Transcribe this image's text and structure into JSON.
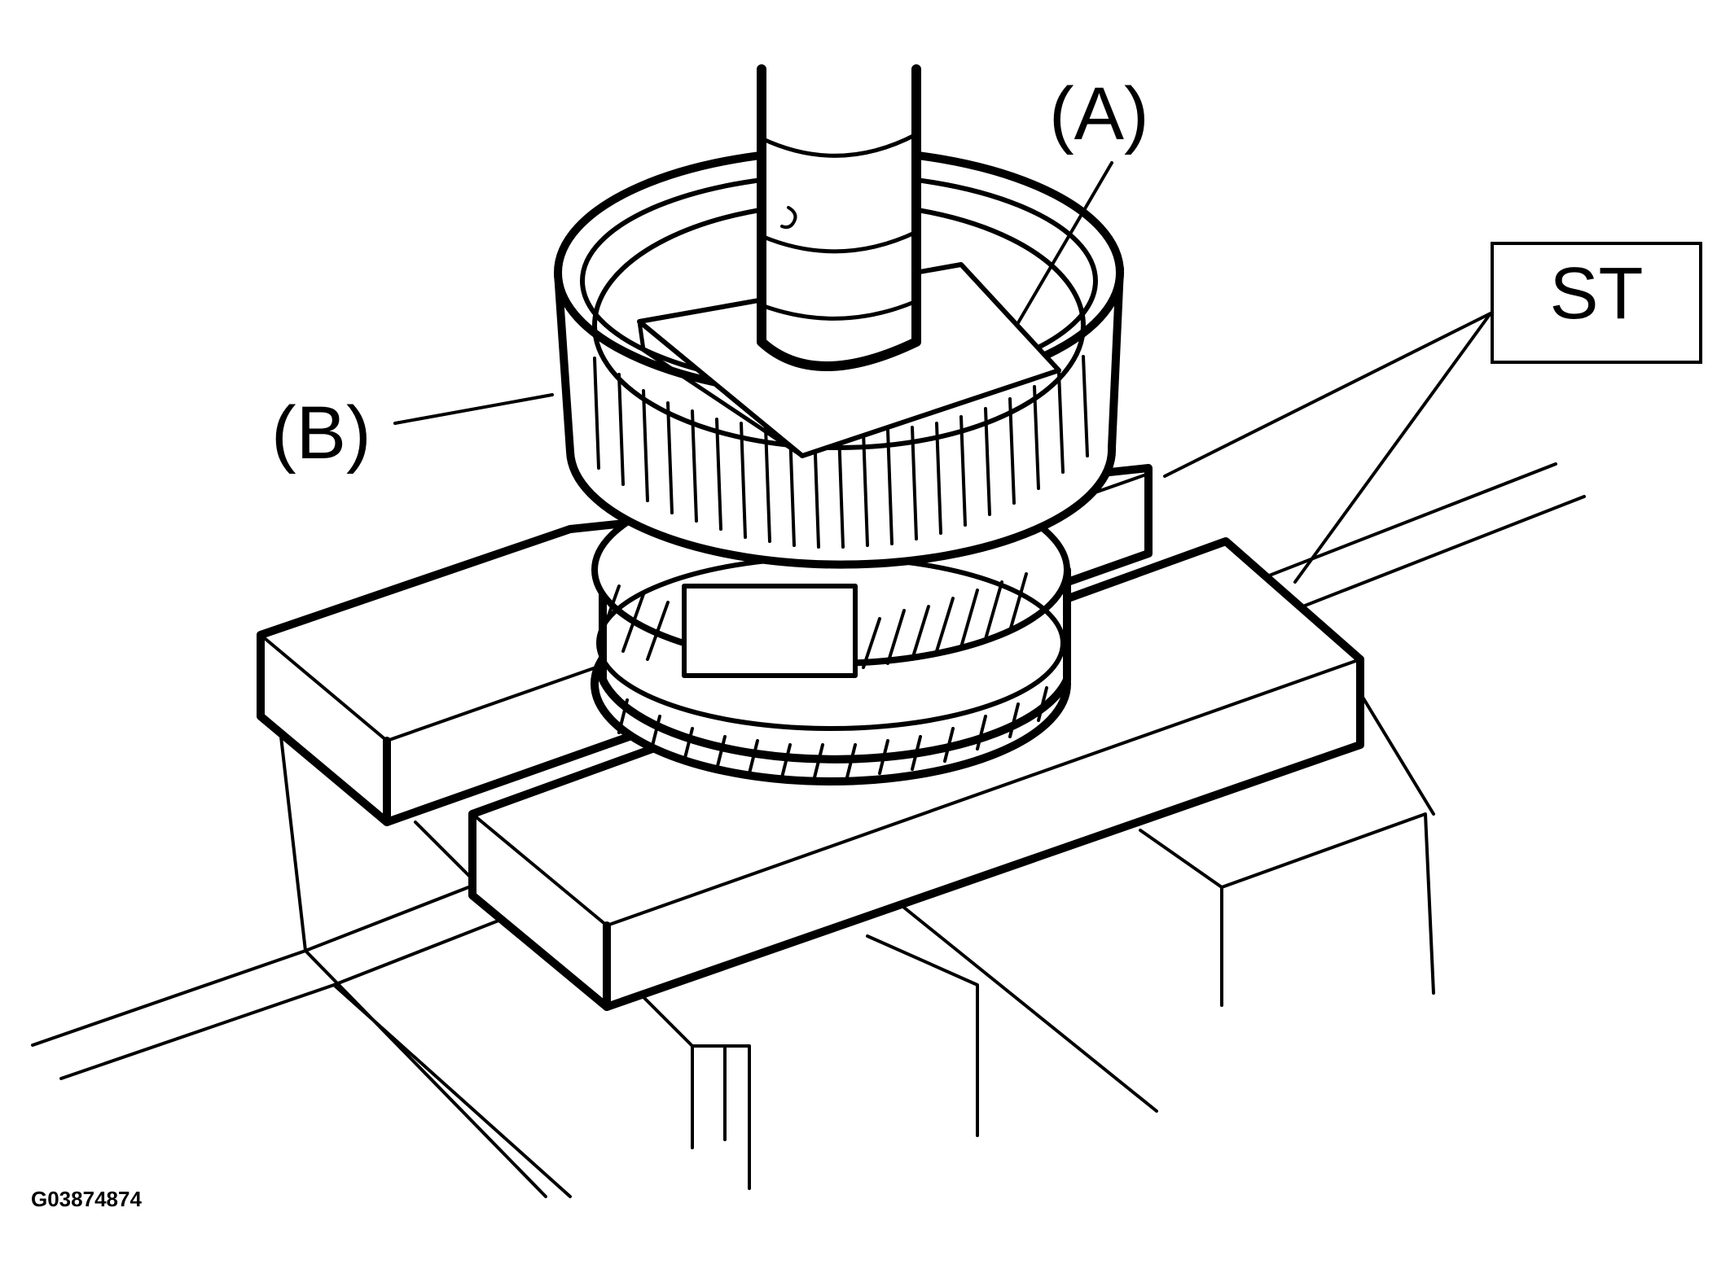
{
  "labels": {
    "a": "(A)",
    "b": "(B)",
    "st": "ST"
  },
  "figure_id": "G03874874",
  "colors": {
    "ink": "#000000",
    "paper": "#ffffff"
  }
}
